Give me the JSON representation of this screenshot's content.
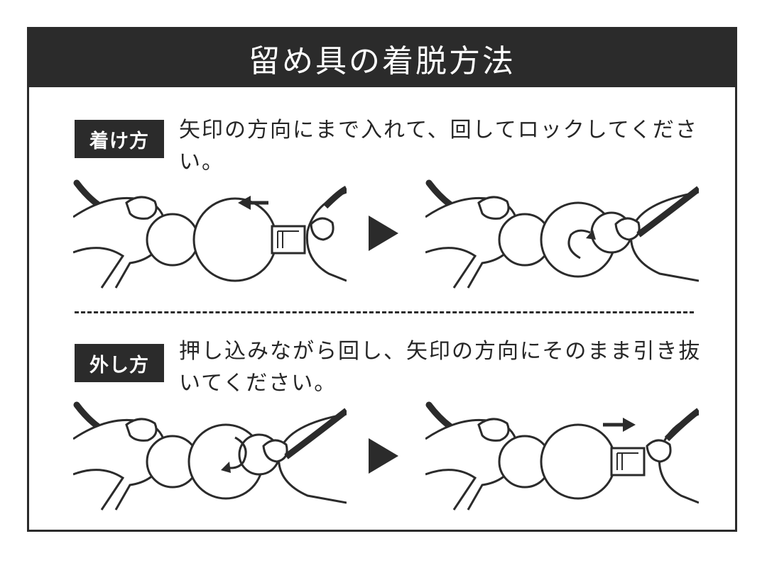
{
  "title": "留め具の着脱方法",
  "attach": {
    "badge": "着け方",
    "text": "矢印の方向にまで入れて、回してロックしてください。"
  },
  "detach": {
    "badge": "外し方",
    "text": "押し込みながら回し、矢印の方向にそのまま引き抜いてください。"
  },
  "colors": {
    "dark": "#2b2b2b",
    "background": "#ffffff"
  },
  "icons": [
    "play-arrow-icon",
    "left-arrow-icon",
    "right-arrow-icon",
    "rotate-arrow-icon"
  ]
}
